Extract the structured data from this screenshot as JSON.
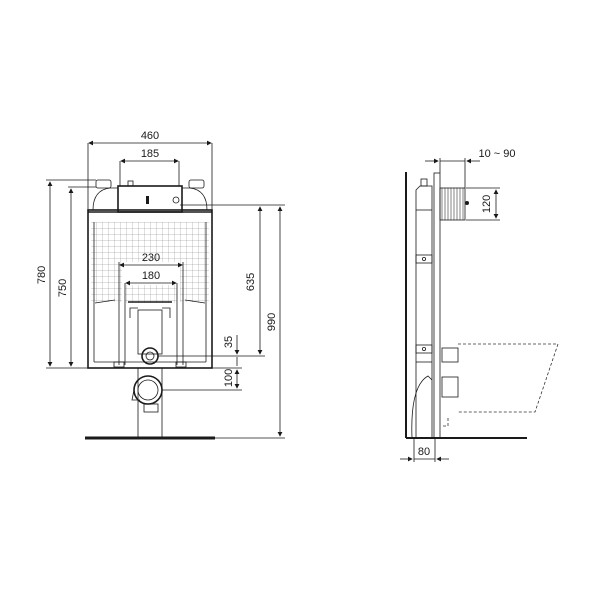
{
  "drawing": {
    "front_view": {
      "dimensions": {
        "total_width": "460",
        "cistern_width": "185",
        "frame_inner_width": "230",
        "frame_bolt_width": "180",
        "total_height": "780",
        "frame_height": "750",
        "cistern_outlet_height": "635",
        "overall_height_with_leg": "990",
        "drain_offset_top": "35",
        "drain_offset": "100"
      }
    },
    "side_view": {
      "dimensions": {
        "flush_plate_depth": "10 ~ 90",
        "flush_plate_height": "120",
        "frame_depth": "80"
      }
    }
  }
}
